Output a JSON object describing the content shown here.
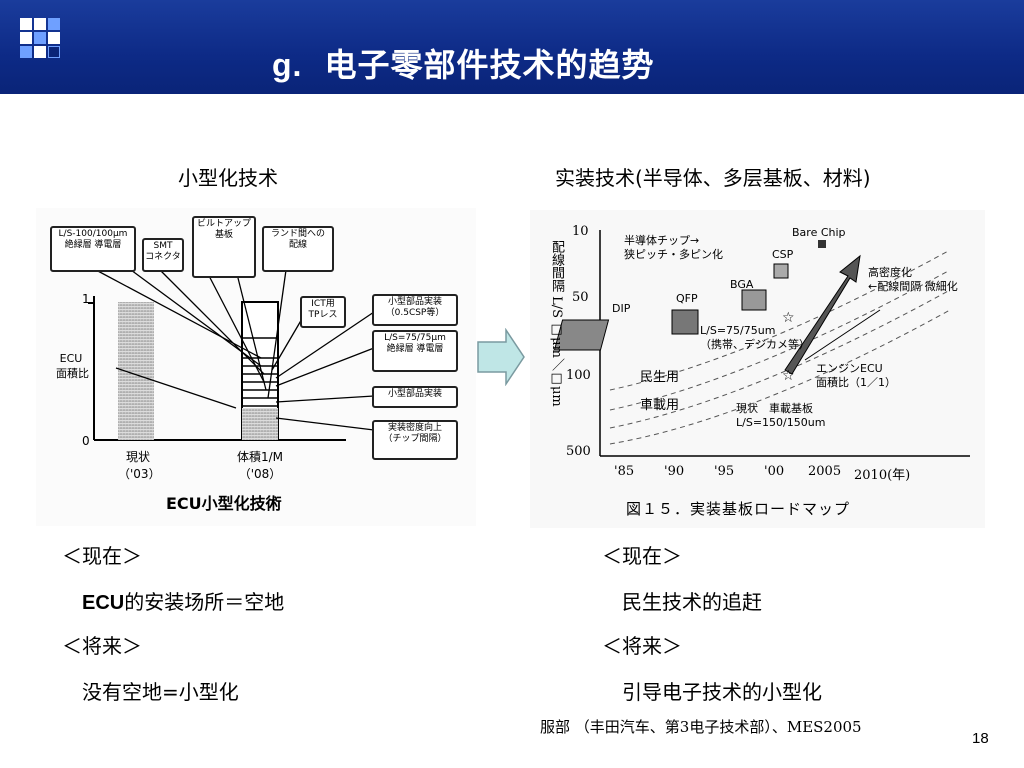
{
  "header": {
    "title_letter": "g.",
    "title": "电子零部件技术的趋势"
  },
  "left": {
    "title": "小型化技术",
    "figure": {
      "box_ls": [
        "L/S-100/100μm",
        "絶緑層 導電層"
      ],
      "box_smt": [
        "SMT",
        "コネクタ"
      ],
      "box_buildup": [
        "ビルトアップ",
        "基板"
      ],
      "box_land": [
        "ランド間への",
        "配線"
      ],
      "box_ict": [
        "ICT用",
        "TPレス"
      ],
      "box_small_parts_csp": [
        "小型部品実装",
        "（0.5CSP等）"
      ],
      "box_ls75": [
        "L/S=75/75μm",
        "絶緑層 導電層"
      ],
      "box_small_parts": [
        "小型部品実装"
      ],
      "box_density": [
        "実装密度向上",
        "（チップ間隔）"
      ],
      "y_axis_label": [
        "ECU",
        "面積比"
      ],
      "y_tick_top": "1",
      "y_tick_bottom": "0",
      "x_label_now": [
        "現状",
        "（'03）"
      ],
      "x_label_future": [
        "体積1/M",
        "（'08）"
      ],
      "caption": "ECU小型化技術"
    },
    "now_heading": "＜现在＞",
    "now_bold": "ECU",
    "now_text": "的安装场所＝空地",
    "future_heading": "＜将来＞",
    "future_text": "没有空地=小型化"
  },
  "right": {
    "title": "实装技术(半导体、多层基板、材料)",
    "figure": {
      "y_axis_label": "配線間隔 L/S □μm／□μm",
      "y_ticks": [
        "10",
        "50",
        "100",
        "500"
      ],
      "x_ticks": [
        "'85",
        "'90",
        "'95",
        "'00",
        "2005",
        "2010(年)"
      ],
      "semi_chip": [
        "半導体チップ→",
        "狭ピッチ・多ピン化"
      ],
      "bare_chip": "Bare Chip",
      "csp": "CSP",
      "bga": "BGA",
      "qfp": "QFP",
      "dip": "DIP",
      "high_density": [
        "高密度化",
        "←配線間隔 微細化"
      ],
      "ls_75": [
        "L/S=75/75um",
        "（携帯、デジカメ等）"
      ],
      "engine_ecu": [
        "エンジンECU",
        "面積比（1／1）"
      ],
      "consumer": "民生用",
      "automotive": "車載用",
      "current_board": [
        "現状　車載基板",
        "L/S=150/150um"
      ],
      "caption": "図１５．実装基板ロードマップ"
    },
    "now_heading": "＜现在＞",
    "now_text": "民生技术的追赶",
    "future_heading": "＜将来＞",
    "future_text": "引导电子技术的小型化"
  },
  "footer": {
    "source_author": "服部",
    "source_rest": "（丰田汽车、第3电子技术部）、MES2005",
    "page_number": "18"
  }
}
